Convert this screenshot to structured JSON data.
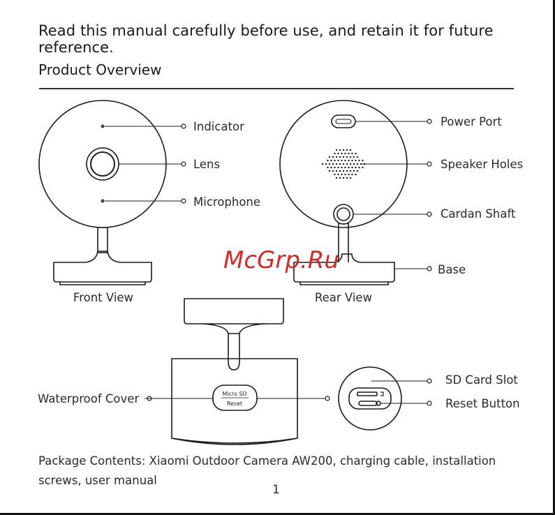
{
  "header": {
    "intro": "Read this manual carefully before use, and retain it for future reference.",
    "section_title": "Product Overview"
  },
  "front_view": {
    "caption": "Front View",
    "labels": {
      "indicator": "Indicator",
      "lens": "Lens",
      "microphone": "Microphone"
    }
  },
  "rear_view": {
    "caption": "Rear View",
    "labels": {
      "power_port": "Power Port",
      "speaker_holes": "Speaker Holes",
      "cardan_shaft": "Cardan Shaft",
      "base": "Base"
    }
  },
  "bottom_view": {
    "labels": {
      "waterproof_cover": "Waterproof Cover",
      "sd_card_slot": "SD Card Slot",
      "reset_button": "Reset Button"
    },
    "cover_text": {
      "micro_sd": "Micro SD",
      "reset": "Reset"
    }
  },
  "watermark": "McGrp.Ru",
  "package_contents": "Package Contents: Xiaomi Outdoor Camera AW200, charging cable, installation screws, user manual",
  "page_number": "1",
  "colors": {
    "line": "#1a1a1a",
    "watermark": "#d42a2a"
  }
}
